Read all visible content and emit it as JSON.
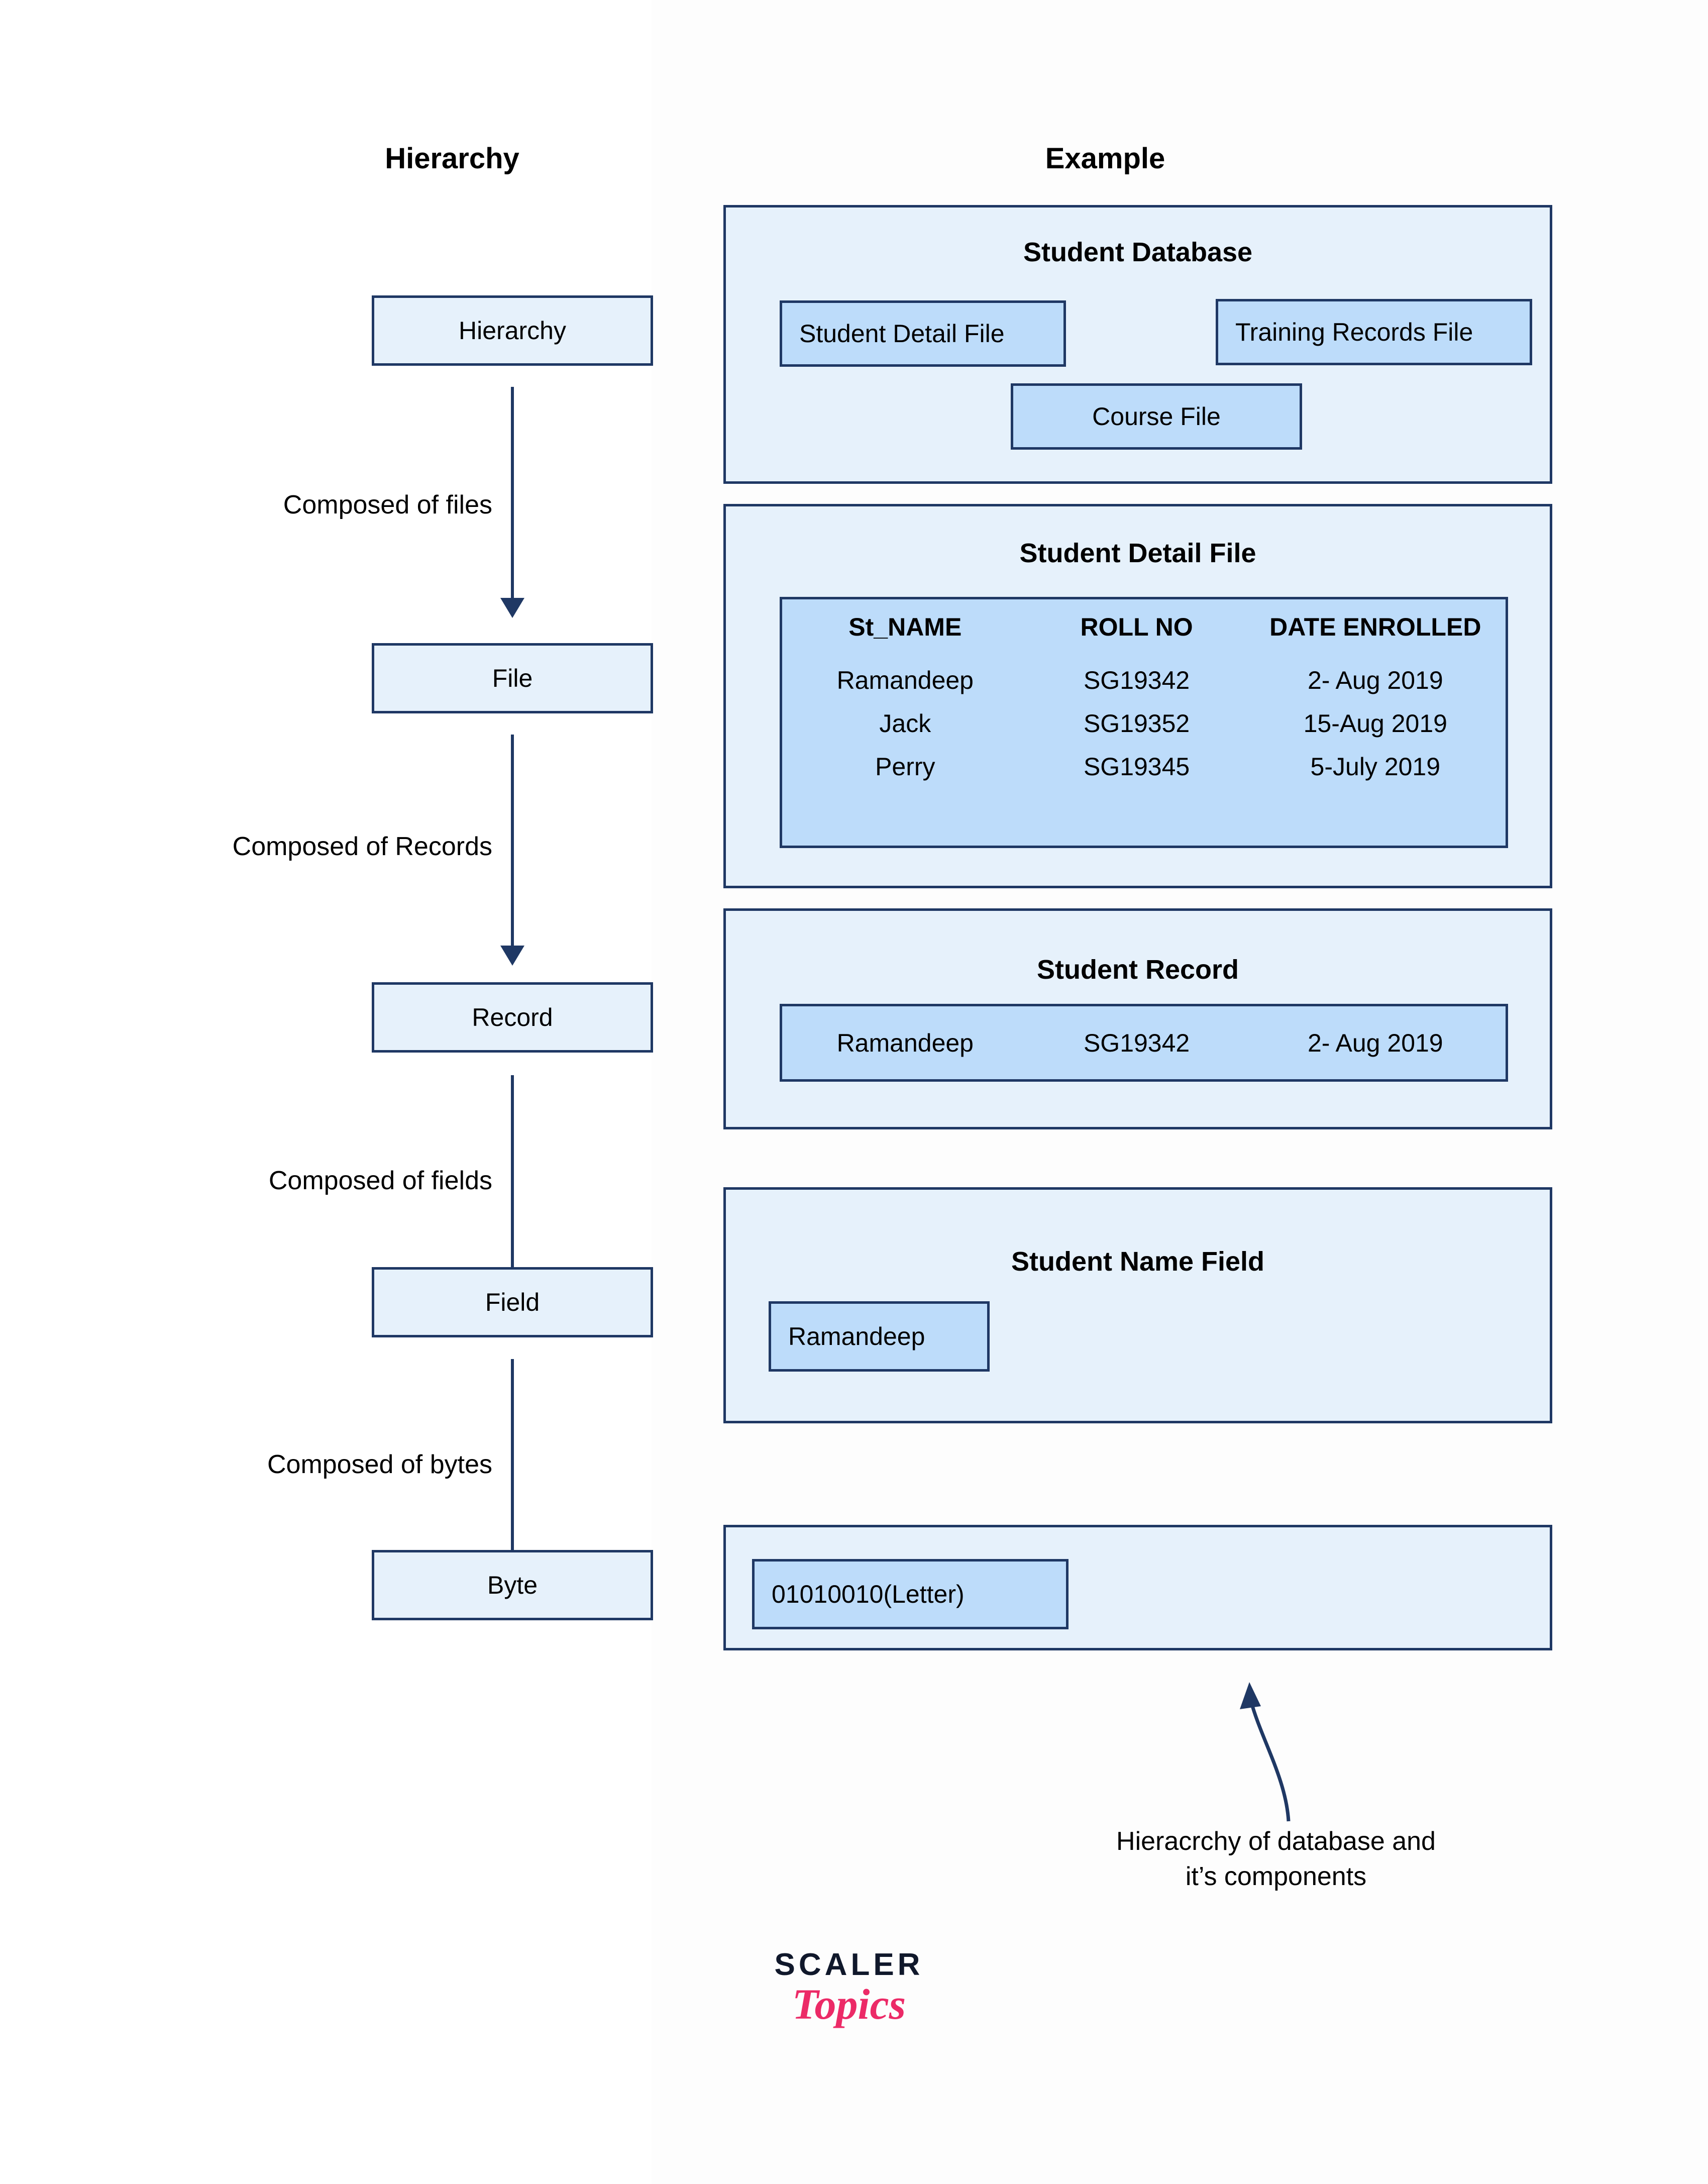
{
  "headers": {
    "hierarchy": "Hierarchy",
    "example": "Example"
  },
  "hierarchy_column": {
    "nodes": [
      {
        "label": "Hierarchy"
      },
      {
        "label": "File"
      },
      {
        "label": "Record"
      },
      {
        "label": "Field"
      },
      {
        "label": "Byte"
      }
    ],
    "arrow_labels": [
      "Composed of files",
      "Composed of Records",
      "Composed of fields",
      "Composed of bytes"
    ]
  },
  "example_column": {
    "database_panel": {
      "title": "Student Database",
      "files": [
        "Student Detail File",
        "Training Records File",
        "Course File"
      ]
    },
    "file_panel": {
      "title": "Student Detail File",
      "columns": [
        "St_NAME",
        "ROLL NO",
        "DATE ENROLLED"
      ],
      "rows": [
        [
          "Ramandeep",
          "SG19342",
          "2- Aug 2019"
        ],
        [
          "Jack",
          "SG19352",
          "15-Aug 2019"
        ],
        [
          "Perry",
          "SG19345",
          "5-July 2019"
        ]
      ]
    },
    "record_panel": {
      "title": "Student Record",
      "row": [
        "Ramandeep",
        "SG19342",
        "2- Aug 2019"
      ]
    },
    "field_panel": {
      "title": "Student Name Field",
      "value": "Ramandeep"
    },
    "byte_panel": {
      "title": "",
      "value": "01010010(Letter)"
    }
  },
  "caption": {
    "line1": "Hieracrchy of database and",
    "line2": "it’s components"
  },
  "logo": {
    "primary": "SCALER",
    "secondary": "Topics"
  },
  "colors": {
    "panel_fill": "#e6f1fb",
    "chip_fill": "#bddcfa",
    "border": "#1f3864",
    "logo_primary": "#10182b",
    "logo_secondary": "#ec2a67",
    "text": "#000000"
  }
}
